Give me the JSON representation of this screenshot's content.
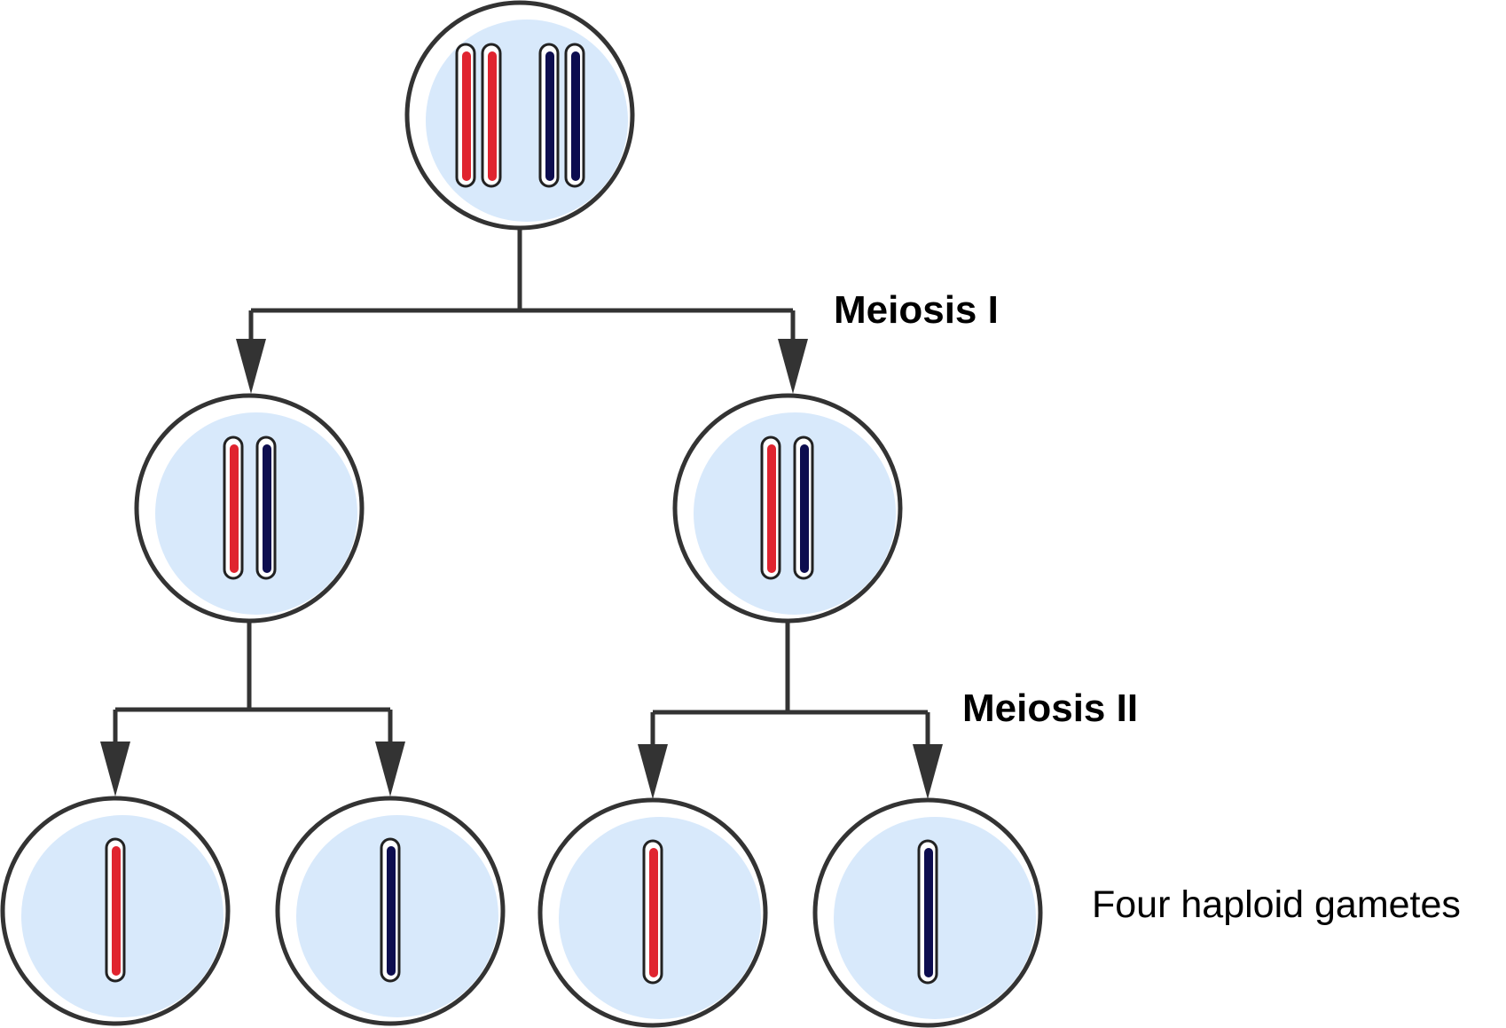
{
  "labels": {
    "meiosis_1": "Meiosis I",
    "meiosis_2": "Meiosis II",
    "gametes": "Four haploid gametes"
  },
  "colors": {
    "cell_fill": "#d8e9fb",
    "cell_outline": "#333333",
    "chromosome_red": "#e0242f",
    "chromosome_blue": "#0d0d4f",
    "arrow": "#333333",
    "label_text": "#000000"
  },
  "cells": [
    {
      "id": "parent",
      "stage": "diploid",
      "chromosomes": [
        "red",
        "red",
        "blue",
        "blue"
      ]
    },
    {
      "id": "meiosis1-left",
      "stage": "after-meiosis-1",
      "chromosomes": [
        "red",
        "blue"
      ]
    },
    {
      "id": "meiosis1-right",
      "stage": "after-meiosis-1",
      "chromosomes": [
        "red",
        "blue"
      ]
    },
    {
      "id": "gamete-1",
      "stage": "gamete",
      "chromosomes": [
        "red"
      ]
    },
    {
      "id": "gamete-2",
      "stage": "gamete",
      "chromosomes": [
        "blue"
      ]
    },
    {
      "id": "gamete-3",
      "stage": "gamete",
      "chromosomes": [
        "red"
      ]
    },
    {
      "id": "gamete-4",
      "stage": "gamete",
      "chromosomes": [
        "blue"
      ]
    }
  ]
}
